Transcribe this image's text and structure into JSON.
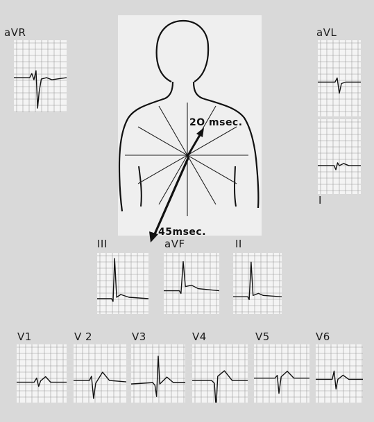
{
  "leads": {
    "aVR": "aVR",
    "aVL": "aVL",
    "I": "I",
    "III": "III",
    "aVF": "aVF",
    "II": "II",
    "V1": "V1",
    "V2": "V 2",
    "V3": "V3",
    "V4": "V4",
    "V5": "V5",
    "V6": "V6"
  },
  "vectors": {
    "v20": "2O msec.",
    "v45": "45msec."
  },
  "colors": {
    "background": "#d9d9d9",
    "grid_paper": "#f4f4f4",
    "grid_line": "#9a9a9a",
    "trace": "#111111"
  }
}
